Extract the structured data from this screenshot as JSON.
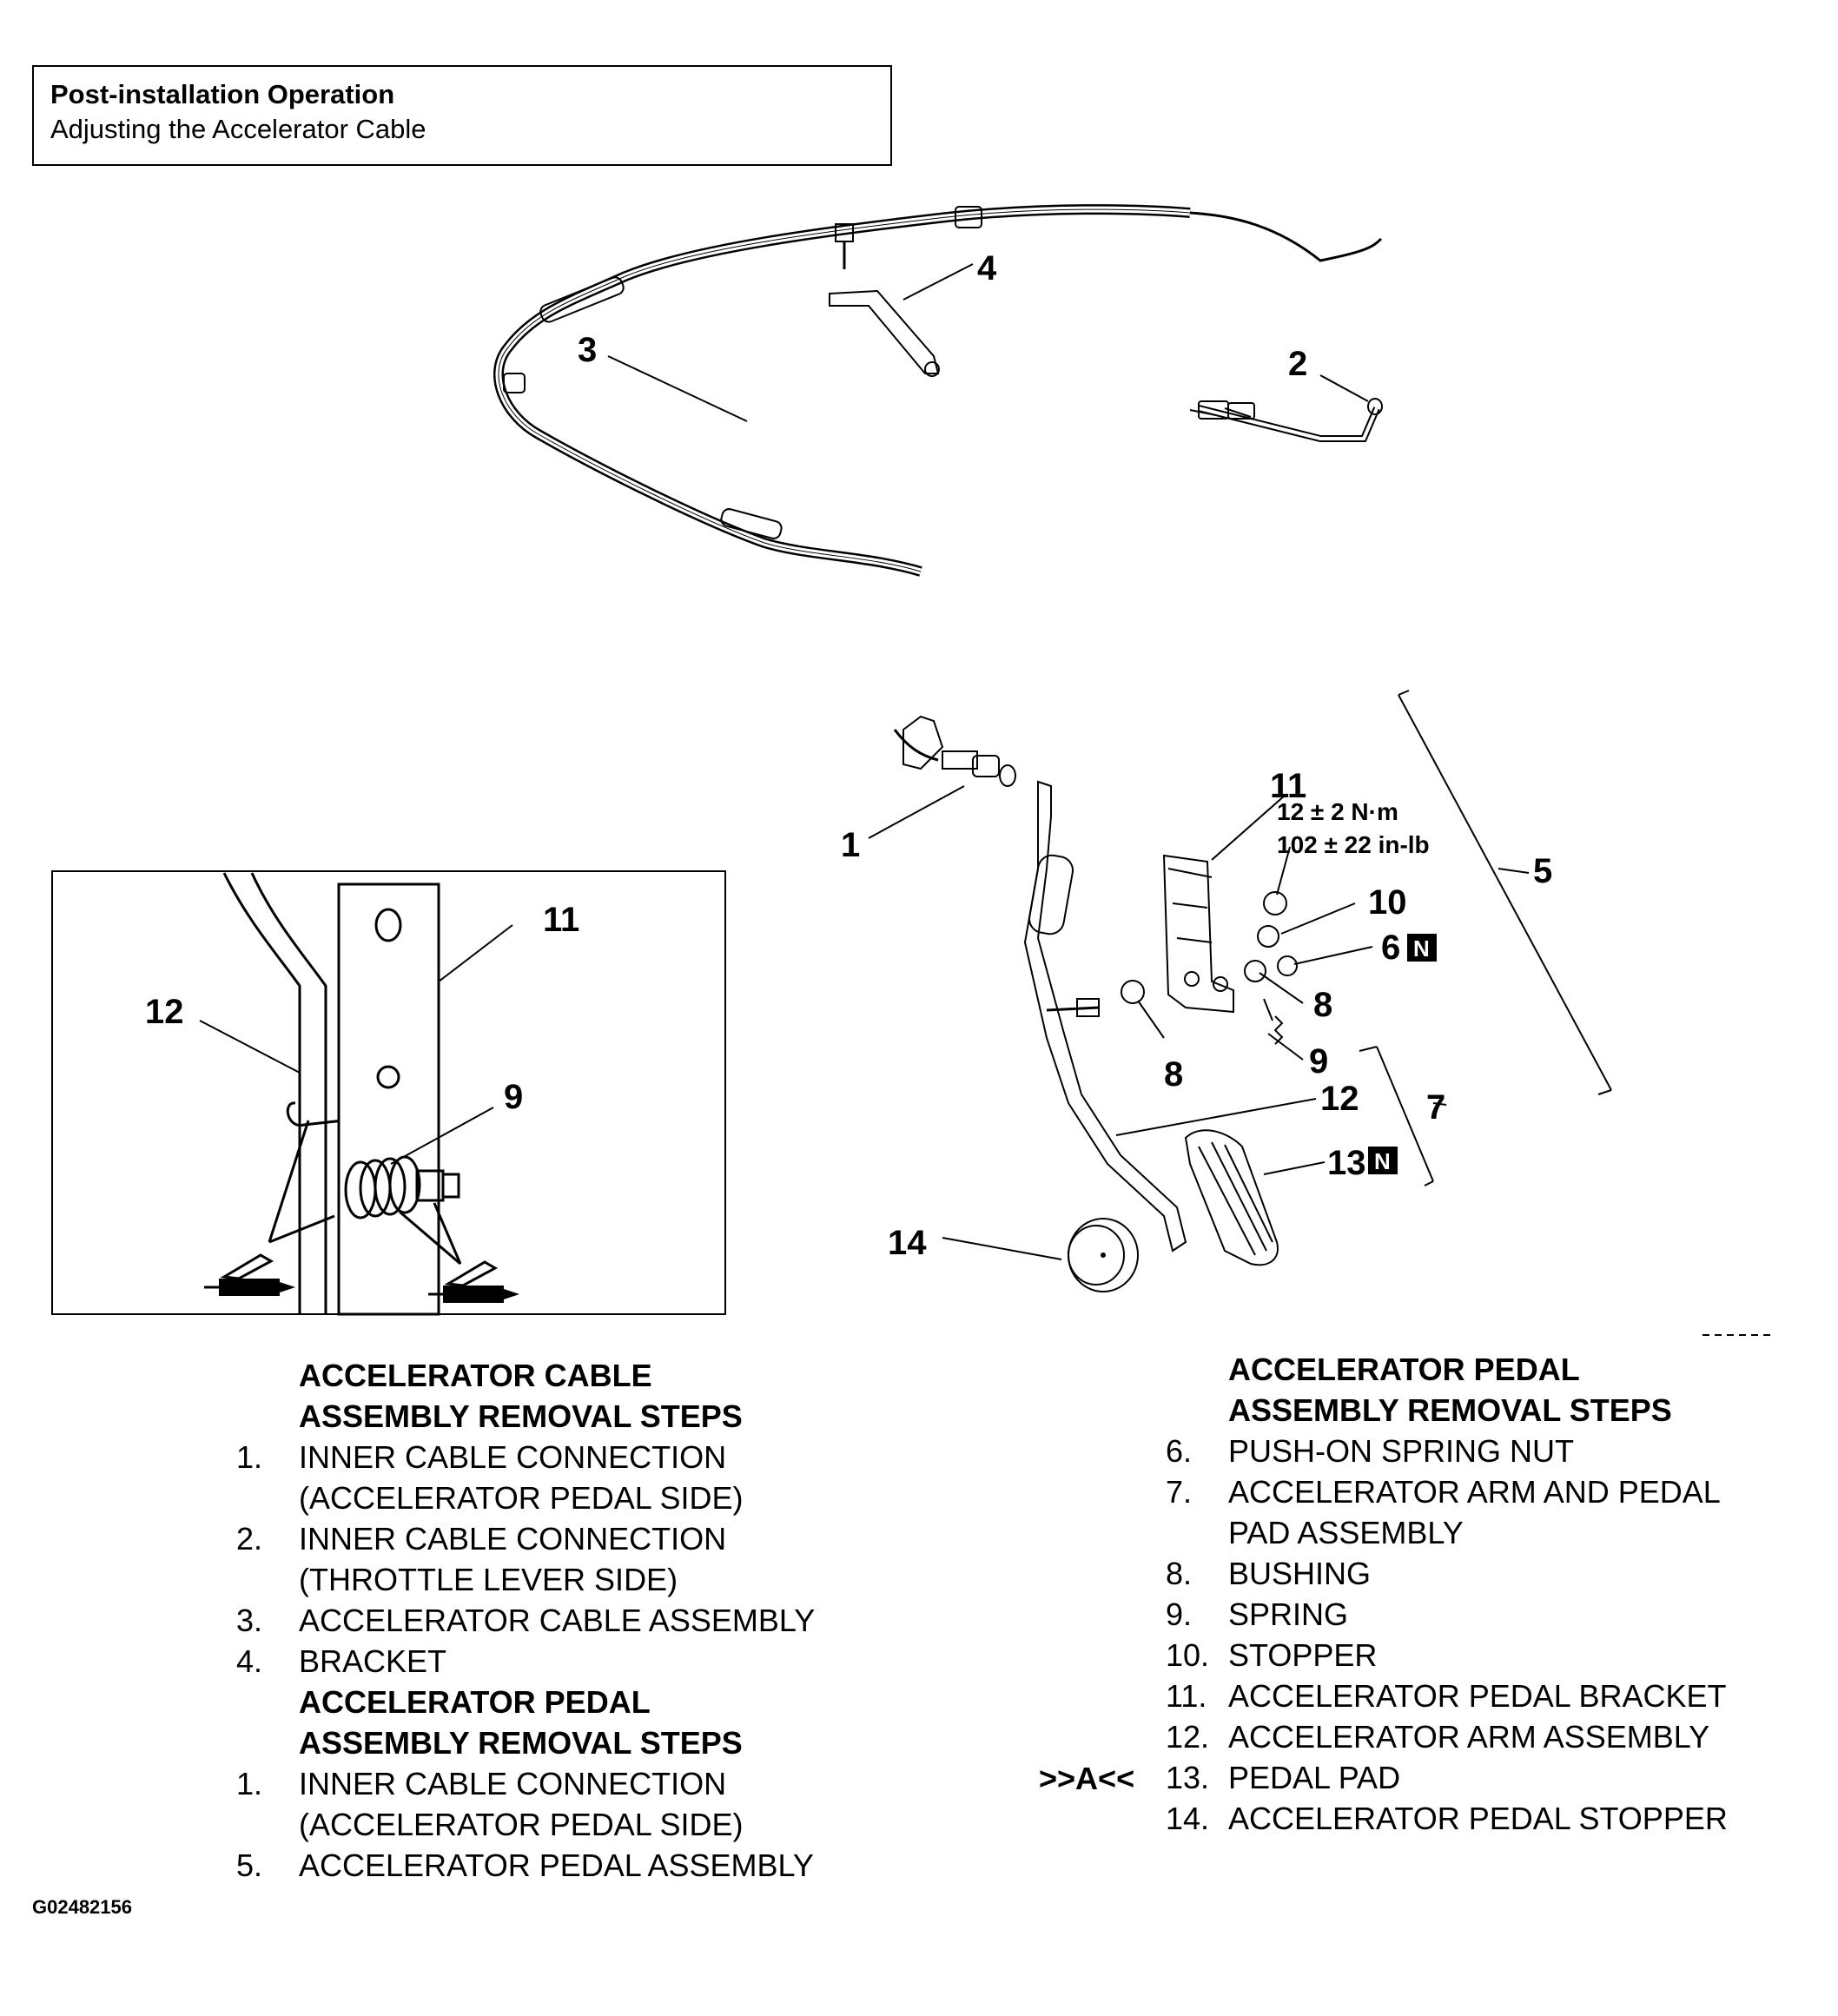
{
  "header": {
    "title": "Post-installation Operation",
    "subtitle": "Adjusting the Accelerator Cable"
  },
  "callouts": {
    "c1": "1",
    "c2": "2",
    "c3": "3",
    "c4": "4",
    "c5": "5",
    "c6": "6",
    "c7": "7",
    "c8a": "8",
    "c8b": "8",
    "c9": "9",
    "c10": "10",
    "c11": "11",
    "c12": "12",
    "c13": "13",
    "c14": "14",
    "inset11": "11",
    "inset12": "12",
    "inset9": "9",
    "badge_n": "N"
  },
  "torque": {
    "nm": "12 ± 2 N·m",
    "inlb": "102 ± 22 in-lb"
  },
  "left_steps": {
    "heading1_line1": "ACCELERATOR CABLE",
    "heading1_line2": "ASSEMBLY REMOVAL STEPS",
    "items1": [
      {
        "num": "1.",
        "text": "INNER CABLE CONNECTION"
      },
      {
        "num": "",
        "text": "(ACCELERATOR PEDAL SIDE)"
      },
      {
        "num": "2.",
        "text": "INNER CABLE CONNECTION"
      },
      {
        "num": "",
        "text": "(THROTTLE LEVER SIDE)"
      },
      {
        "num": "3.",
        "text": "ACCELERATOR CABLE ASSEMBLY"
      },
      {
        "num": "4.",
        "text": "BRACKET"
      }
    ],
    "heading2_line1": "ACCELERATOR PEDAL",
    "heading2_line2": "ASSEMBLY REMOVAL STEPS",
    "items2": [
      {
        "num": "1.",
        "text": "INNER CABLE CONNECTION"
      },
      {
        "num": "",
        "text": "(ACCELERATOR PEDAL SIDE)"
      },
      {
        "num": "5.",
        "text": "ACCELERATOR PEDAL ASSEMBLY"
      }
    ]
  },
  "right_steps": {
    "heading_line1": "ACCELERATOR PEDAL",
    "heading_line2": "ASSEMBLY REMOVAL STEPS",
    "items": [
      {
        "num": "6.",
        "text": "PUSH-ON SPRING NUT"
      },
      {
        "num": "7.",
        "text": "ACCELERATOR ARM AND PEDAL"
      },
      {
        "num": "",
        "text": "PAD ASSEMBLY"
      },
      {
        "num": "8.",
        "text": "BUSHING"
      },
      {
        "num": "9.",
        "text": "SPRING"
      },
      {
        "num": "10.",
        "text": "STOPPER"
      },
      {
        "num": "11.",
        "text": "ACCELERATOR PEDAL BRACKET"
      },
      {
        "num": "12.",
        "text": "ACCELERATOR ARM ASSEMBLY"
      },
      {
        "num": "13.",
        "text": "PEDAL PAD"
      },
      {
        "num": "14.",
        "text": "ACCELERATOR PEDAL STOPPER"
      }
    ],
    "service_mark": ">>A<<"
  },
  "figure_id": "G02482156"
}
